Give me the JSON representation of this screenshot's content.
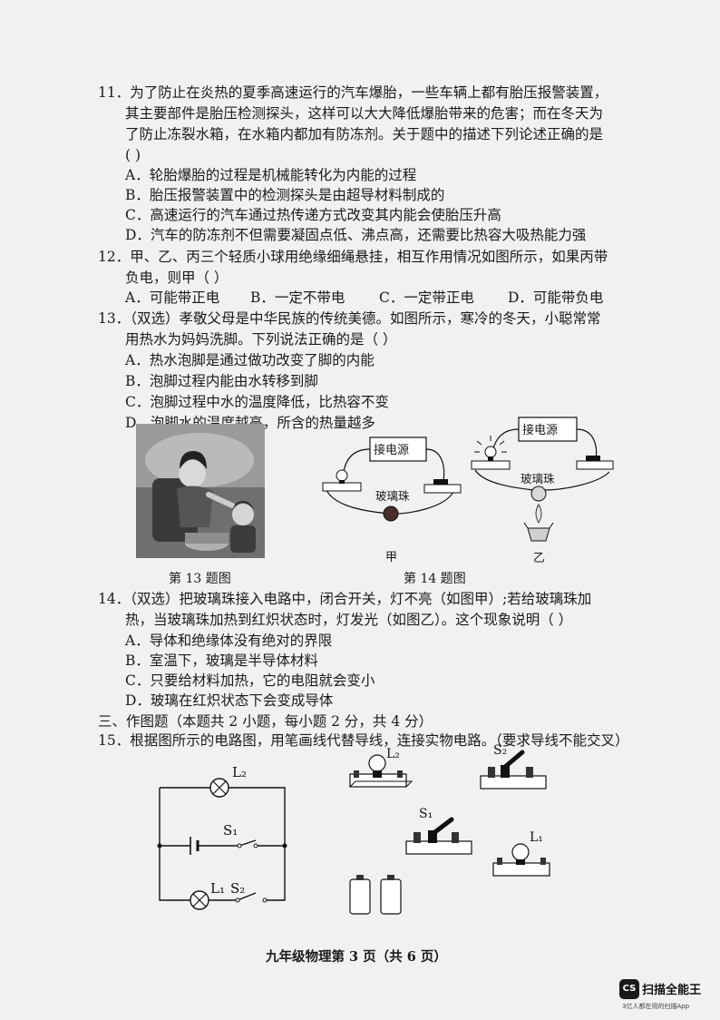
{
  "questions": {
    "q11": {
      "l1": "11．为了防止在炎热的夏季高速运行的汽车爆胎，一些车辆上都有胎压报警装置，",
      "l2": "其主要部件是胎压检测探头，这样可以大大降低爆胎带来的危害；而在冬天为",
      "l3": "了防止冻裂水箱，在水箱内都加有防冻剂。关于题中的描述下列论述正确的是",
      "paren": "(      )",
      "A": "A．轮胎爆胎的过程是机械能转化为内能的过程",
      "B": "B．胎压报警装置中的检测探头是由超导材料制成的",
      "C": "C．高速运行的汽车通过热传递方式改变其内能会使胎压升高",
      "D": "D．汽车的防冻剂不但需要凝固点低、沸点高，还需要比热容大吸热能力强"
    },
    "q12": {
      "l1": "12．甲、乙、丙三个轻质小球用绝缘细绳悬挂，相互作用情况如图所示，如果丙带",
      "l2": "负电，则甲（      ）",
      "A": "A．可能带正电",
      "B": "B．一定不带电",
      "C": "C．一定带正电",
      "D": "D．可能带负电"
    },
    "q13": {
      "l1": "13．（双选）孝敬父母是中华民族的传统美德。如图所示，寒冷的冬天，小聪常常",
      "l2": "用热水为妈妈洗脚。下列说法正确的是（      ）",
      "A": "A．热水泡脚是通过做功改变了脚的内能",
      "B": "B．泡脚过程内能由水转移到脚",
      "C": "C．泡脚过程中水的温度降低，比热容不变",
      "D": "D．泡脚水的温度越高，所含的热量越多"
    },
    "captions": {
      "fig13": "第 13 题图",
      "fig14": "第 14 题图",
      "jia": "甲",
      "yi": "乙",
      "power": "接电源",
      "glass": "玻璃珠"
    },
    "q14": {
      "l1": "14．（双选）把玻璃珠接入电路中，闭合开关，灯不亮（如图甲）;若给玻璃珠加",
      "l2": "热，当玻璃珠加热到红炽状态时，灯发光（如图乙）。这个现象说明（      ）",
      "A": "A．导体和绝缘体没有绝对的界限",
      "B": "B．室温下，玻璃是半导体材料",
      "C": "C．只要给材料加热，它的电阻就会变小",
      "D": "D．玻璃在红炽状态下会变成导体"
    },
    "section3": "三、作图题（本题共 2 小题，每小题 2 分，共 4 分）",
    "q15": "15．根据图所示的电路图，用笔画线代替导线，连接实物电路。（要求导线不能交叉）",
    "circuit": {
      "L2": "L₂",
      "L1": "L₁",
      "S1": "S₁",
      "S2": "S₂"
    }
  },
  "footer": "九年级物理第 3 页（共 6 页）",
  "watermark": {
    "logo": "CS",
    "brand": "扫描全能王",
    "tagline": "3亿人都在用的扫描App"
  }
}
